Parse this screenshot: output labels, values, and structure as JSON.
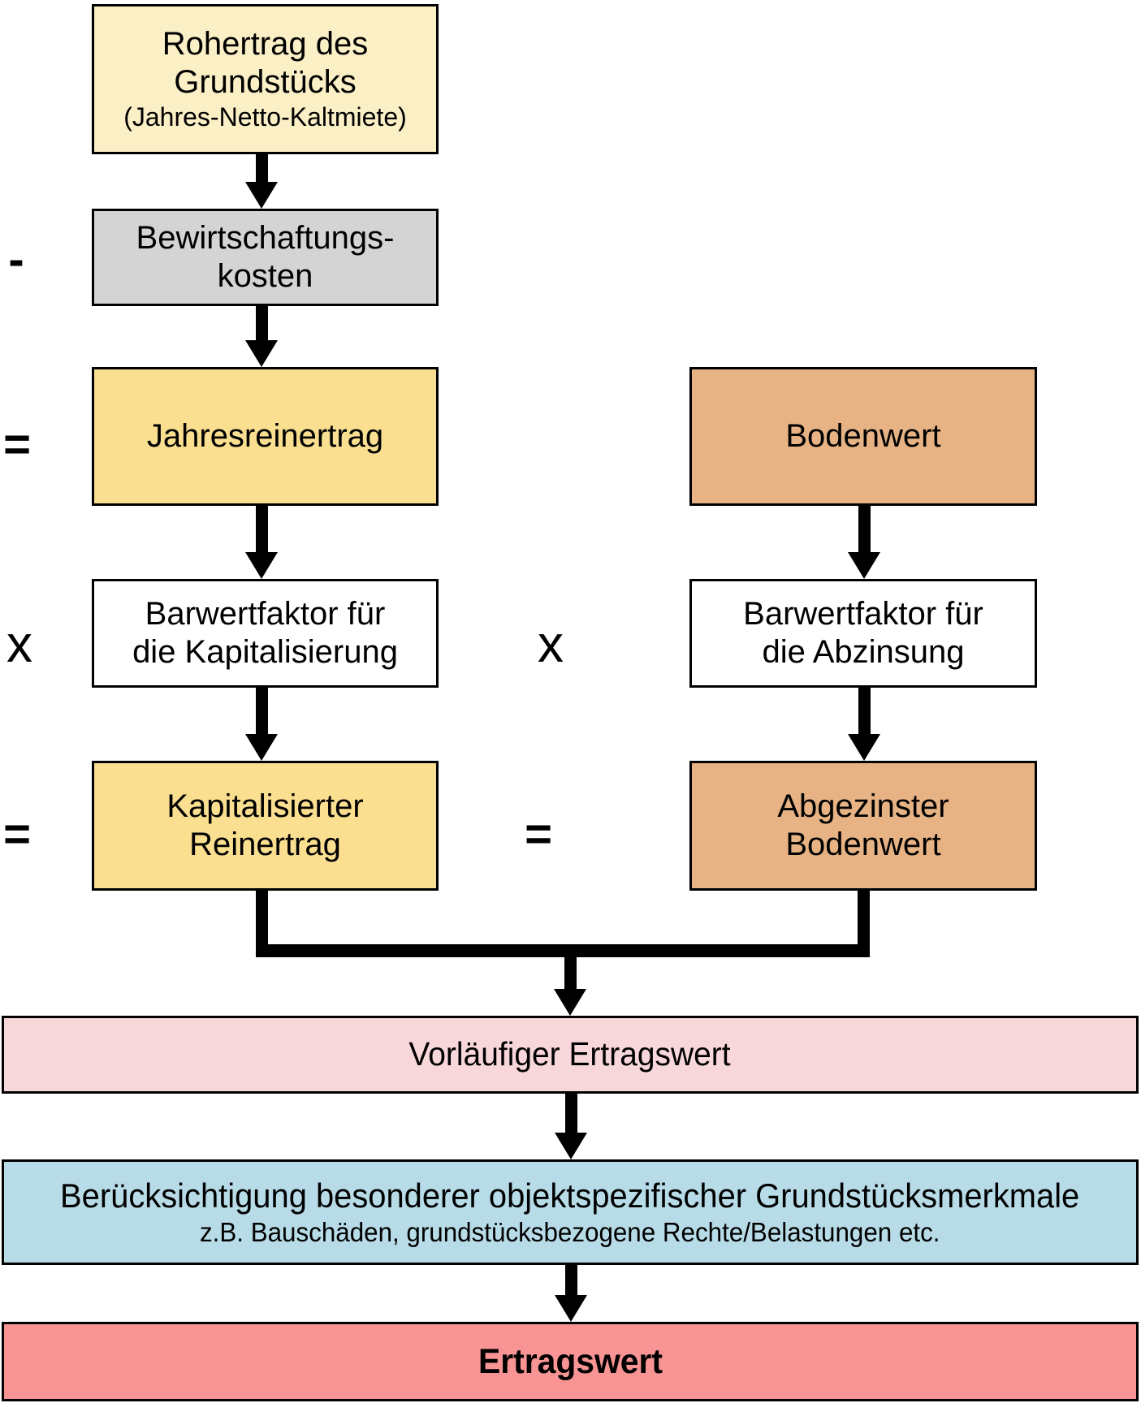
{
  "boxes": {
    "rohertrag": {
      "line1": "Rohertrag des",
      "line2": "Grundstücks",
      "sub": "(Jahres-Netto-Kaltmiete)",
      "color": "#FBEFC6"
    },
    "bewirtschaftungskosten": {
      "line1": "Bewirtschaftungs-",
      "line2": "kosten",
      "color": "#D4D4D4"
    },
    "jahresreinertrag": {
      "label": "Jahresreinertrag",
      "color": "#FADF90"
    },
    "bodenwert": {
      "label": "Bodenwert",
      "color": "#E7B384"
    },
    "barwertfaktor_kapitalisierung": {
      "line1": "Barwertfaktor für",
      "line2": "die Kapitalisierung",
      "color": "#FFFFFF"
    },
    "barwertfaktor_abzinsung": {
      "line1": "Barwertfaktor für",
      "line2": "die Abzinsung",
      "color": "#FFFFFF"
    },
    "kapitalisierter_reinertrag": {
      "line1": "Kapitalisierter",
      "line2": "Reinertrag",
      "color": "#FADF90"
    },
    "abgezinster_bodenwert": {
      "line1": "Abgezinster",
      "line2": "Bodenwert",
      "color": "#E7B384"
    },
    "vorlaeufiger_ertragswert": {
      "label": "Vorläufiger Ertragswert",
      "color": "#F8D7DA"
    },
    "grundstuecksmerkmale": {
      "line1": "Berücksichtigung besonderer objektspezifischer Grundstücksmerkmale",
      "sub": "z.B. Bauschäden, grundstücksbezogene Rechte/Belastungen etc.",
      "color": "#B7DCE8"
    },
    "ertragswert": {
      "label": "Ertragswert",
      "color": "#F89494"
    }
  },
  "operators": {
    "minus": "-",
    "equals_jahresreinertrag": "=",
    "times_kapitalisierung": "x",
    "times_abzinsung": "x",
    "equals_kapitalisiert": "=",
    "equals_abgezinst": "="
  },
  "line_color": "#000000"
}
